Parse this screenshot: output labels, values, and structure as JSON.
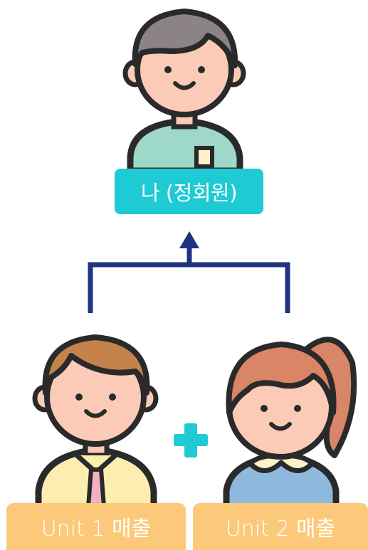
{
  "nodes": {
    "me": {
      "label": "나 (정회원)"
    },
    "unit1": {
      "label": "Unit 1 매출"
    },
    "unit2": {
      "label": "Unit 2 매출"
    }
  },
  "colors": {
    "me_label_bg": "#1ECAD3",
    "unit_label_bg": "#FCC97A",
    "connector": "#1F3380",
    "plus": "#1ECAD3",
    "outline": "#2A2A2A",
    "skin": "#FCCBB8",
    "me_hair": "#8C8389",
    "me_shirt": "#9DD8C9",
    "unit1_hair": "#C4834A",
    "unit1_shirt": "#FCEEB0",
    "unit1_tie": "#F2B0C2",
    "unit2_hair": "#D98567",
    "unit2_shirt": "#8FB9DC",
    "unit2_collar": "#FDF1C7"
  },
  "icons": {
    "connector": "arrow-up-icon",
    "operator": "plus-icon"
  }
}
